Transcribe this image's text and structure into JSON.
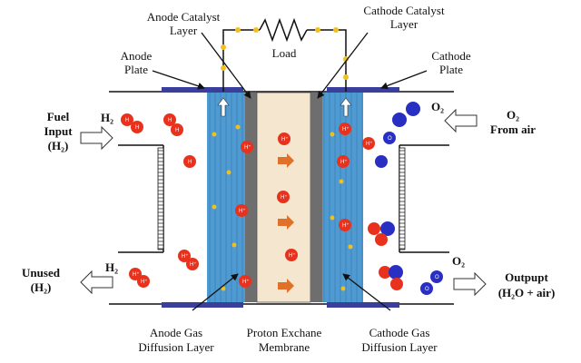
{
  "labels": {
    "anode_catalyst_l1": "Anode Catalyst",
    "anode_catalyst_l2": "Layer",
    "cathode_catalyst_l1": "Cathode Catalyst",
    "cathode_catalyst_l2": "Layer",
    "load": "Load",
    "anode_plate_l1": "Anode",
    "anode_plate_l2": "Plate",
    "cathode_plate_l1": "Cathode",
    "cathode_plate_l2": "Plate",
    "fuel_input_l1": "Fuel",
    "fuel_input_l2": "Input",
    "fuel_input_l3": "(H₂)",
    "h2_top": "H₂",
    "o2_top": "O₂",
    "o2_from_air_l1": "O₂",
    "o2_from_air_l2": "From air",
    "unused_l1": "Unused",
    "unused_l2": "(H₂)",
    "h2_bottom": "H₂",
    "o2_bottom": "O₂",
    "output_l1": "Outpupt",
    "output_l2": "(H₂O + air)",
    "anode_gdl_l1": "Anode Gas",
    "anode_gdl_l2": "Diffusion Layer",
    "pem_l1": "Proton Exchane",
    "pem_l2": "Membrane",
    "cathode_gdl_l1": "Cathode Gas",
    "cathode_gdl_l2": "Diffusion Layer"
  },
  "molecule_labels": {
    "hydrogen": "H",
    "proton": "H⁺",
    "oxygen": "O"
  },
  "colors": {
    "hydrogen": "#e8321e",
    "oxygen": "#2a2fc4",
    "electron": "#f2c01e",
    "plate": "#3b3f9c",
    "gdl": "#4f9ad1",
    "catalyst": "#6e6e6e",
    "membrane": "#f5e6cf",
    "proton_arrow": "#e0702a"
  },
  "icons": {
    "fuel_in_arrow": "hollow-arrow-right",
    "air_in_arrow": "hollow-arrow-left",
    "unused_out_arrow": "hollow-arrow-left",
    "output_arrow": "hollow-arrow-right",
    "load": "resistor-zigzag"
  }
}
